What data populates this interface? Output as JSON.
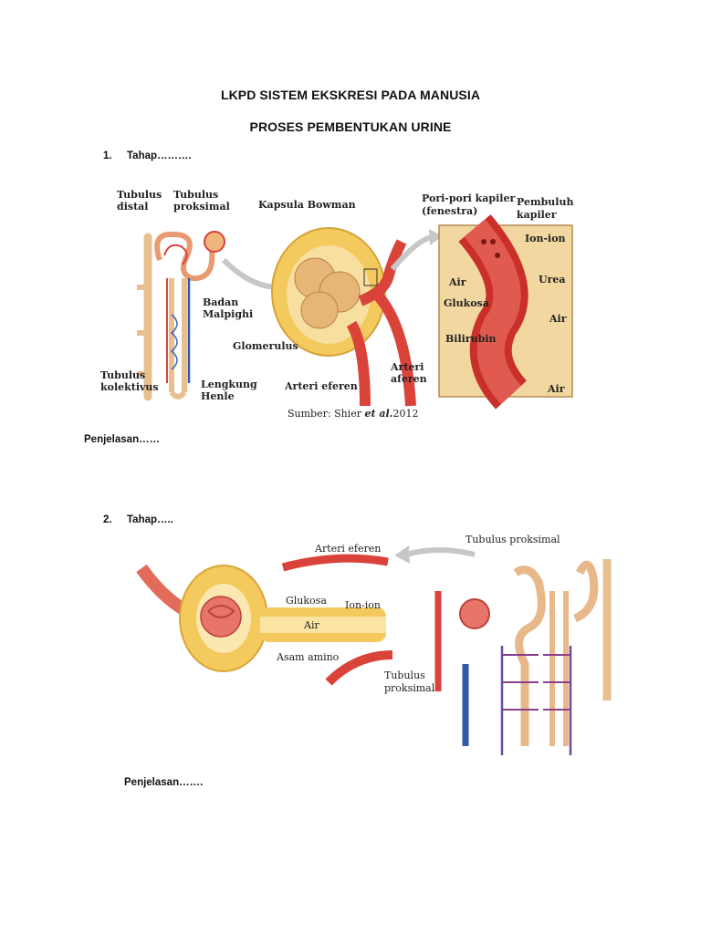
{
  "header": {
    "title": "LKPD SISTEM EKSKRESI PADA MANUSIA",
    "subtitle": "PROSES PEMBENTUKAN URINE"
  },
  "section1": {
    "number": "1.",
    "label": "Tahap……….",
    "explanation": "Penjelasan……",
    "figure": {
      "labels": {
        "tubulus_distal": [
          "Tubulus",
          "distal"
        ],
        "tubulus_proksimal": [
          "Tubulus",
          "proksimal"
        ],
        "badan_malpighi": [
          "Badan",
          "Malpighi"
        ],
        "tubulus_kolektivus": [
          "Tubulus",
          "kolektivus"
        ],
        "lengkung_henle": [
          "Lengkung",
          "Henle"
        ],
        "kapsula_bowman": "Kapsula Bowman",
        "glomerulus": "Glomerulus",
        "arteri_eferen": "Arteri eferen",
        "arteri_aferen": [
          "Arteri",
          "aferen"
        ],
        "pori_pori": [
          "Pori-pori kapiler",
          "(fenestra)"
        ],
        "pembuluh_kapiler": [
          "Pembuluh",
          "kapiler"
        ],
        "ion_ion": "Ion-ion",
        "air_1": "Air",
        "urea": "Urea",
        "glukosa": "Glukosa",
        "air_2": "Air",
        "bilirubin": "Bilirubin",
        "air_3": "Air",
        "source_prefix": "Sumber: Shier ",
        "source_italic": "et al.",
        "source_year": "2012"
      }
    }
  },
  "section2": {
    "number": "2.",
    "label": "Tahap…..",
    "explanation": "Penjelasan…….",
    "figure": {
      "labels": {
        "arteri_eferen": "Arteri eferen",
        "tubulus_proksimal_top": "Tubulus proksimal",
        "glukosa": "Glukosa",
        "ion_ion": "Ion-ion",
        "air": "Air",
        "asam_amino": "Asam amino",
        "tubulus_proksimal_bottom": [
          "Tubulus",
          "proksimal"
        ]
      }
    }
  },
  "colors": {
    "artery_red": "#d9433a",
    "vein_blue": "#2f5aa8",
    "tubule_tan": "#e8b78a",
    "capsule_yellow": "#f4c95d",
    "arrow_grey": "#c7c7c7"
  }
}
